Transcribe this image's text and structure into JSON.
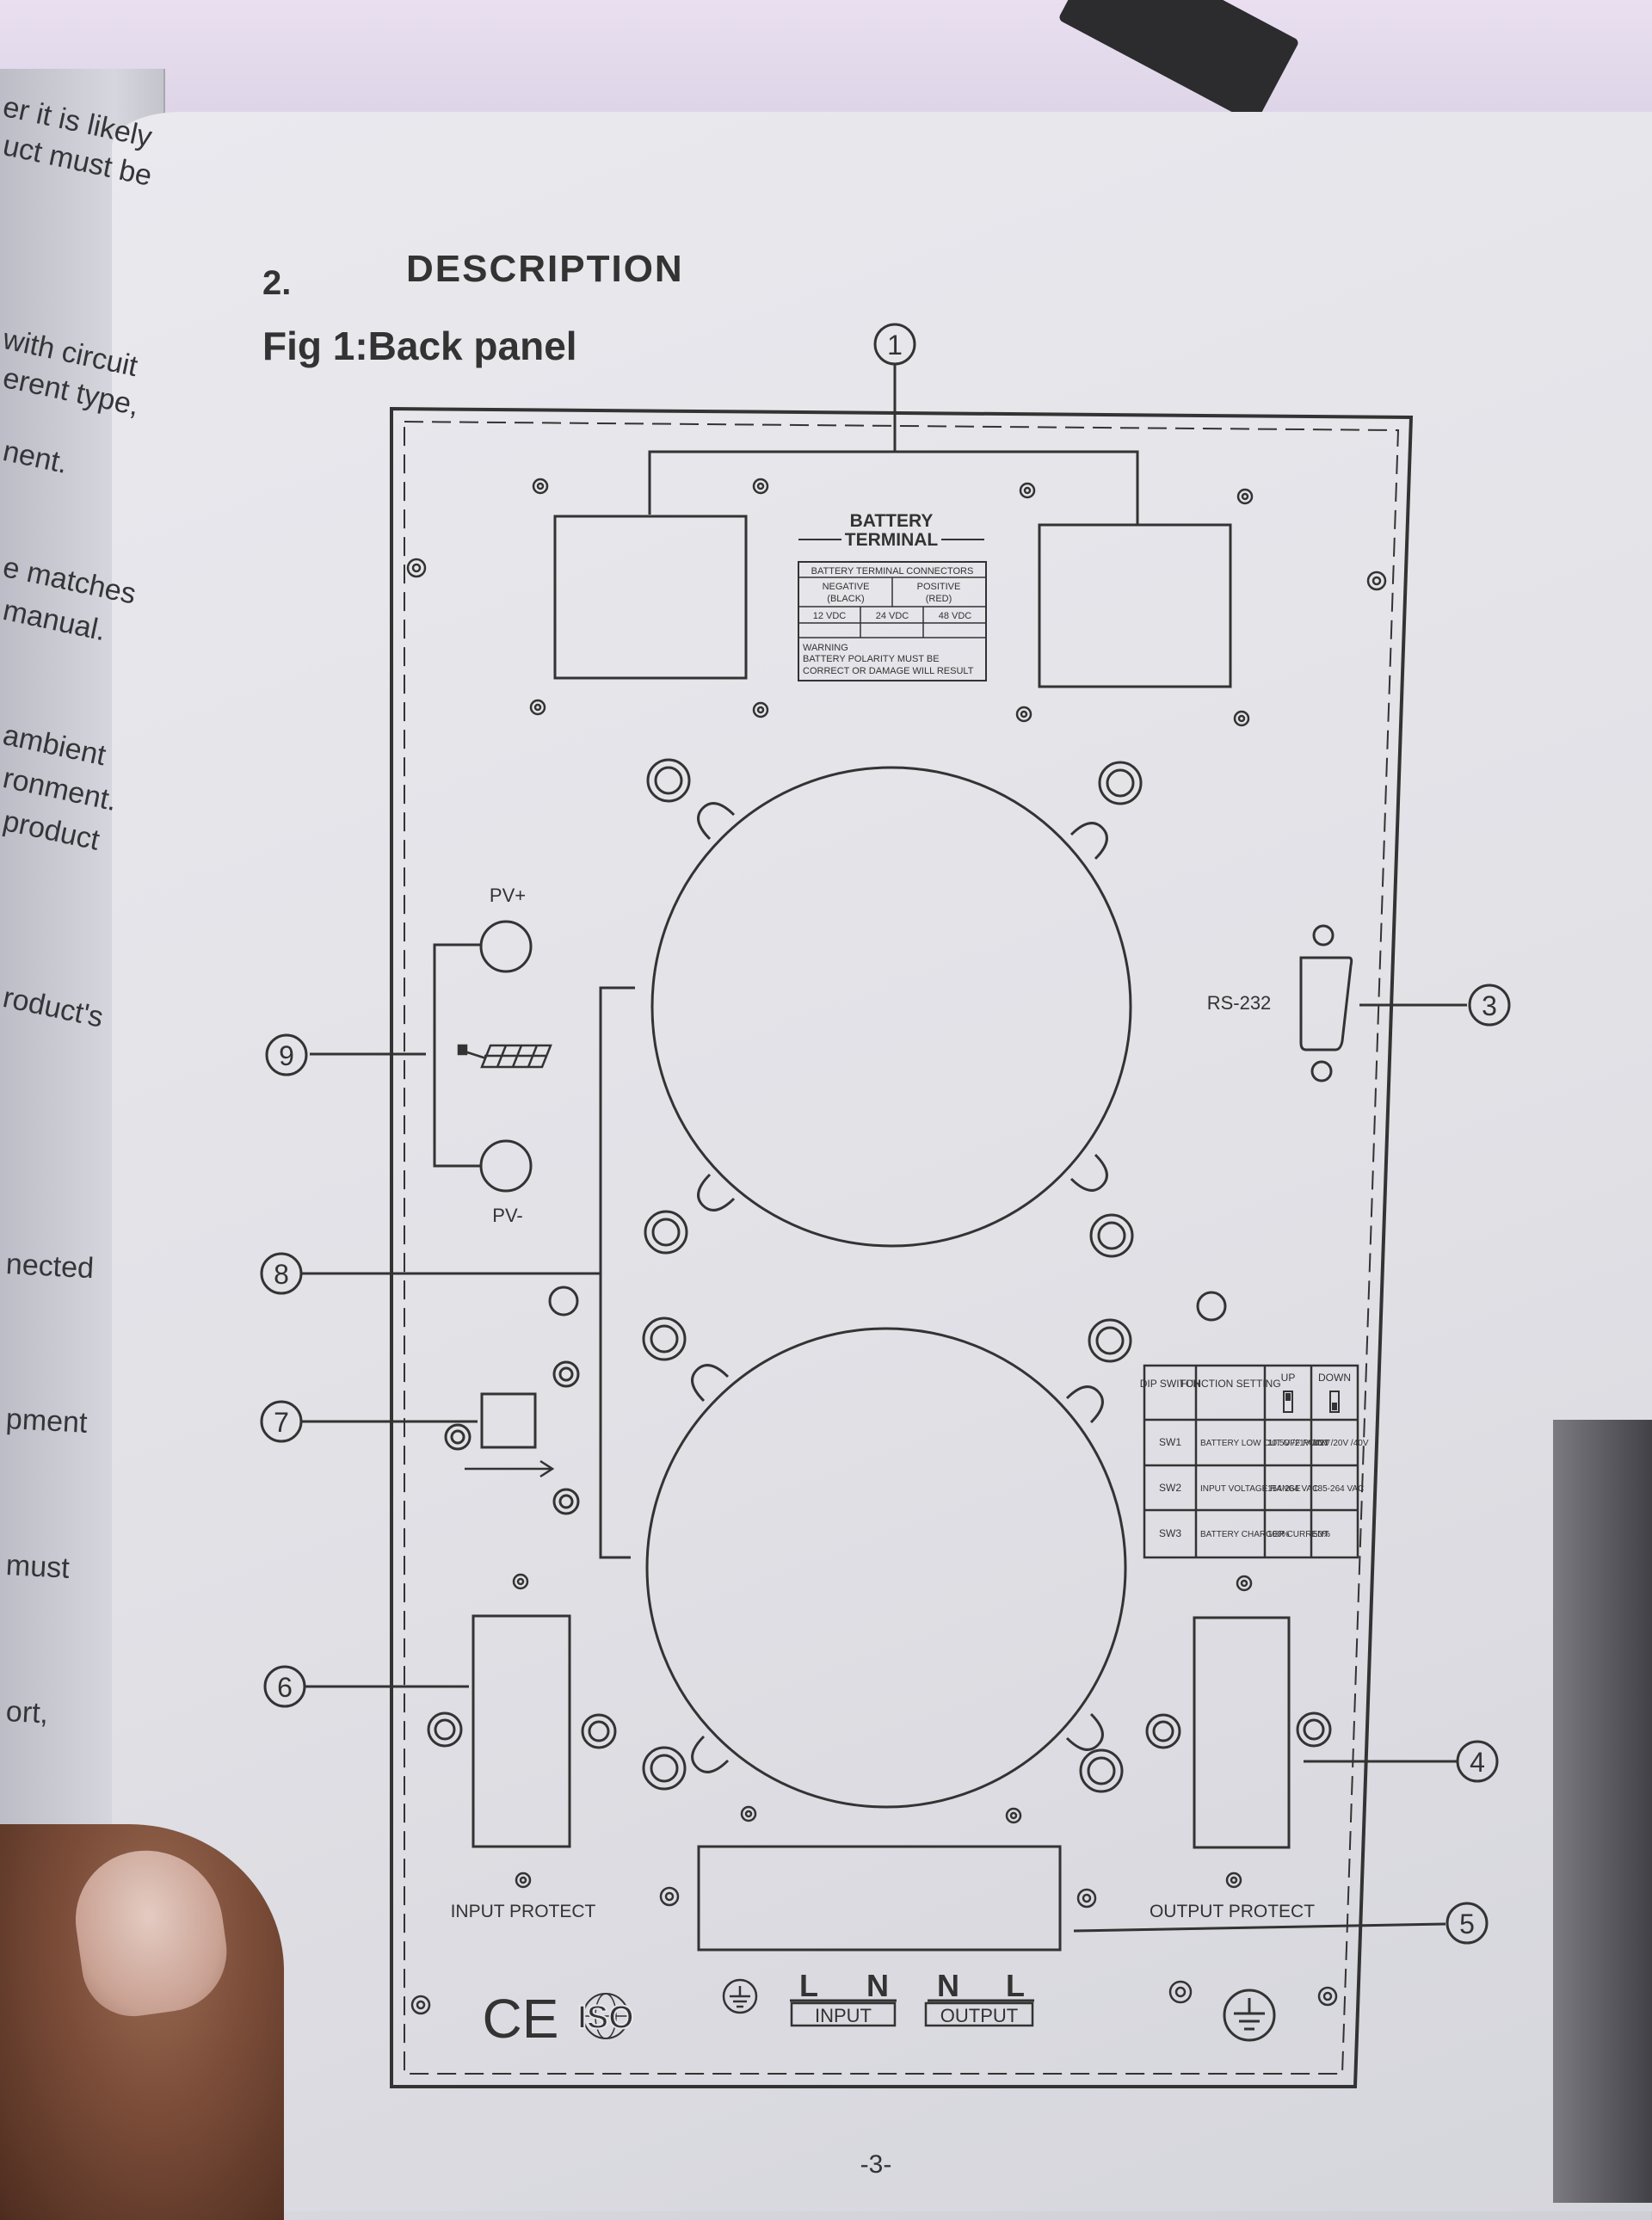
{
  "section": {
    "number": "2.",
    "title": "DESCRIPTION"
  },
  "figure": {
    "caption": "Fig 1:Back panel"
  },
  "page_number": "-3-",
  "left_page_fragments": [
    "er it is likely",
    "uct must be",
    "with circuit",
    "erent type,",
    "nent.",
    "e matches",
    "manual.",
    "ambient",
    "ronment.",
    "product",
    "roduct's",
    "nected",
    "pment",
    "must",
    "ort,"
  ],
  "callouts": [
    "1",
    "3",
    "4",
    "5",
    "6",
    "7",
    "8",
    "9"
  ],
  "battery": {
    "title_line1": "BATTERY",
    "title_line2": "TERMINAL",
    "table_header": "BATTERY TERMINAL CONNECTORS",
    "negative": "NEGATIVE",
    "negative_color": "(BLACK)",
    "positive": "POSITIVE",
    "positive_color": "(RED)",
    "voltages": [
      "12 VDC",
      "24 VDC",
      "48 VDC"
    ],
    "warning_1": "WARNING",
    "warning_2": "BATTERY POLARITY MUST BE",
    "warning_3": "CORRECT OR DAMAGE WILL RESULT"
  },
  "pv": {
    "plus": "PV+",
    "minus": "PV-"
  },
  "rs232": "RS-232",
  "dip_table": {
    "headers": [
      "DIP SWITCH",
      "FUNCTION SETTING",
      "UP",
      "DOWN"
    ],
    "rows": [
      {
        "sw": "SW1",
        "function": "BATTERY LOW CUT OFF POINT",
        "up": "10.5V /21V /42V",
        "down": "10V /20V /40V"
      },
      {
        "sw": "SW2",
        "function": "INPUT VOLTAGE RANGE",
        "up": "154-264 VAC",
        "down": "185-264 VAC"
      },
      {
        "sw": "SW3",
        "function": "BATTERY CHARGER CURRENT",
        "up": "100%",
        "down": "50%"
      }
    ]
  },
  "labels": {
    "input_protect": "INPUT PROTECT",
    "output_protect": "OUTPUT PROTECT",
    "input": "INPUT",
    "output": "OUTPUT",
    "input_L": "L",
    "input_N": "N",
    "output_N": "N",
    "output_L": "L",
    "ce": "CE",
    "iso": "ISO"
  }
}
